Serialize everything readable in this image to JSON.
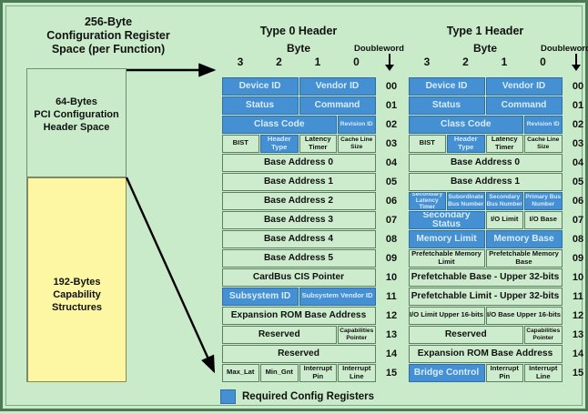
{
  "diagram": {
    "left": {
      "title": "256-Byte\nConfiguration Register\nSpace (per Function)",
      "title_lines": [
        "256-Byte",
        "Configuration Register",
        "Space (per Function)"
      ],
      "header_space_label": [
        "64-Bytes",
        "PCI Configuration",
        "Header Space"
      ],
      "capability_label": [
        "192-Bytes",
        "Capability",
        "Structures"
      ],
      "capability_color": "#fdf6a2"
    },
    "legend": {
      "swatch_color": "#4490d2",
      "label": "Required Config Registers"
    },
    "colors": {
      "background": "#c9ebc9",
      "cell_green": "#cdeccd",
      "required_blue": "#4490d2",
      "border": "#5f7f63"
    },
    "tables": [
      {
        "title": "Type 0 Header",
        "byte_label": "Byte",
        "doubleword_label": "Doubleword",
        "byte_numbers": [
          "3",
          "2",
          "1",
          "0"
        ],
        "rows": [
          {
            "dw": "00",
            "cells": [
              {
                "t": "Device ID",
                "w": 50,
                "b": true,
                "fs": "f10"
              },
              {
                "t": "Vendor ID",
                "w": 50,
                "b": true,
                "fs": "f10"
              }
            ]
          },
          {
            "dw": "01",
            "cells": [
              {
                "t": "Status",
                "w": 50,
                "b": true,
                "fs": "f10"
              },
              {
                "t": "Command",
                "w": 50,
                "b": true,
                "fs": "f10"
              }
            ]
          },
          {
            "dw": "02",
            "cells": [
              {
                "t": "Class Code",
                "w": 75,
                "b": true,
                "fs": "f10"
              },
              {
                "t": "Revision ID",
                "w": 25,
                "b": true,
                "fs": "f7"
              }
            ]
          },
          {
            "dw": "03",
            "cells": [
              {
                "t": "BIST",
                "w": 25,
                "b": false,
                "fs": "f8"
              },
              {
                "t": "Header Type",
                "w": 25,
                "b": true,
                "fs": "f8"
              },
              {
                "t": "Latency Timer",
                "w": 25,
                "b": false,
                "fs": "f8"
              },
              {
                "t": "Cache Line Size",
                "w": 25,
                "b": false,
                "fs": "f7"
              }
            ]
          },
          {
            "dw": "04",
            "cells": [
              {
                "t": "Base Address 0",
                "w": 100,
                "b": false,
                "fs": "f10"
              }
            ]
          },
          {
            "dw": "05",
            "cells": [
              {
                "t": "Base Address 1",
                "w": 100,
                "b": false,
                "fs": "f10"
              }
            ]
          },
          {
            "dw": "06",
            "cells": [
              {
                "t": "Base Address 2",
                "w": 100,
                "b": false,
                "fs": "f10"
              }
            ]
          },
          {
            "dw": "07",
            "cells": [
              {
                "t": "Base Address 3",
                "w": 100,
                "b": false,
                "fs": "f10"
              }
            ]
          },
          {
            "dw": "08",
            "cells": [
              {
                "t": "Base Address 4",
                "w": 100,
                "b": false,
                "fs": "f10"
              }
            ]
          },
          {
            "dw": "09",
            "cells": [
              {
                "t": "Base Address 5",
                "w": 100,
                "b": false,
                "fs": "f10"
              }
            ]
          },
          {
            "dw": "10",
            "cells": [
              {
                "t": "CardBus CIS Pointer",
                "w": 100,
                "b": false,
                "fs": "f10"
              }
            ]
          },
          {
            "dw": "11",
            "cells": [
              {
                "t": "Subsystem ID",
                "w": 50,
                "b": true,
                "fs": "f10"
              },
              {
                "t": "Subsystem Vendor ID",
                "w": 50,
                "b": true,
                "fs": "f8"
              }
            ]
          },
          {
            "dw": "12",
            "cells": [
              {
                "t": "Expansion ROM Base Address",
                "w": 100,
                "b": false,
                "fs": "f10"
              }
            ]
          },
          {
            "dw": "13",
            "cells": [
              {
                "t": "Reserved",
                "w": 75,
                "b": false,
                "fs": "f10"
              },
              {
                "t": "Capabilities Pointer",
                "w": 25,
                "b": false,
                "fs": "f7"
              }
            ]
          },
          {
            "dw": "14",
            "cells": [
              {
                "t": "Reserved",
                "w": 100,
                "b": false,
                "fs": "f10"
              }
            ]
          },
          {
            "dw": "15",
            "cells": [
              {
                "t": "Max_Lat",
                "w": 25,
                "b": false,
                "fs": "f8"
              },
              {
                "t": "Min_Gnt",
                "w": 25,
                "b": false,
                "fs": "f8"
              },
              {
                "t": "Interrupt Pin",
                "w": 25,
                "b": false,
                "fs": "f8"
              },
              {
                "t": "Interrupt Line",
                "w": 25,
                "b": false,
                "fs": "f8"
              }
            ]
          }
        ]
      },
      {
        "title": "Type 1 Header",
        "byte_label": "Byte",
        "doubleword_label": "Doubleword",
        "byte_numbers": [
          "3",
          "2",
          "1",
          "0"
        ],
        "rows": [
          {
            "dw": "00",
            "cells": [
              {
                "t": "Device ID",
                "w": 50,
                "b": true,
                "fs": "f10"
              },
              {
                "t": "Vendor ID",
                "w": 50,
                "b": true,
                "fs": "f10"
              }
            ]
          },
          {
            "dw": "01",
            "cells": [
              {
                "t": "Status",
                "w": 50,
                "b": true,
                "fs": "f10"
              },
              {
                "t": "Command",
                "w": 50,
                "b": true,
                "fs": "f10"
              }
            ]
          },
          {
            "dw": "02",
            "cells": [
              {
                "t": "Class Code",
                "w": 75,
                "b": true,
                "fs": "f10"
              },
              {
                "t": "Revision ID",
                "w": 25,
                "b": true,
                "fs": "f7"
              }
            ]
          },
          {
            "dw": "03",
            "cells": [
              {
                "t": "BIST",
                "w": 25,
                "b": false,
                "fs": "f8"
              },
              {
                "t": "Header Type",
                "w": 25,
                "b": true,
                "fs": "f8"
              },
              {
                "t": "Latency Timer",
                "w": 25,
                "b": false,
                "fs": "f8"
              },
              {
                "t": "Cache Line Size",
                "w": 25,
                "b": false,
                "fs": "f7"
              }
            ]
          },
          {
            "dw": "04",
            "cells": [
              {
                "t": "Base Address 0",
                "w": 100,
                "b": false,
                "fs": "f10"
              }
            ]
          },
          {
            "dw": "05",
            "cells": [
              {
                "t": "Base Address 1",
                "w": 100,
                "b": false,
                "fs": "f10"
              }
            ]
          },
          {
            "dw": "06",
            "cells": [
              {
                "t": "Secondary Latency Timer",
                "w": 25,
                "b": true,
                "fs": "f7"
              },
              {
                "t": "Subordinate Bus Number",
                "w": 25,
                "b": true,
                "fs": "f7"
              },
              {
                "t": "Secondary Bus Number",
                "w": 25,
                "b": true,
                "fs": "f7"
              },
              {
                "t": "Primary Bus Number",
                "w": 25,
                "b": true,
                "fs": "f7"
              }
            ]
          },
          {
            "dw": "07",
            "cells": [
              {
                "t": "Secondary Status",
                "w": 50,
                "b": true,
                "fs": "f10"
              },
              {
                "t": "I/O Limit",
                "w": 25,
                "b": false,
                "fs": "f8"
              },
              {
                "t": "I/O Base",
                "w": 25,
                "b": false,
                "fs": "f8"
              }
            ]
          },
          {
            "dw": "08",
            "cells": [
              {
                "t": "Memory Limit",
                "w": 50,
                "b": true,
                "fs": "f10"
              },
              {
                "t": "Memory Base",
                "w": 50,
                "b": true,
                "fs": "f10"
              }
            ]
          },
          {
            "dw": "09",
            "cells": [
              {
                "t": "Prefetchable Memory Limit",
                "w": 50,
                "b": false,
                "fs": "f8"
              },
              {
                "t": "Prefetchable Memory Base",
                "w": 50,
                "b": false,
                "fs": "f8"
              }
            ]
          },
          {
            "dw": "10",
            "cells": [
              {
                "t": "Prefetchable Base - Upper 32-bits",
                "w": 100,
                "b": false,
                "fs": "f10"
              }
            ]
          },
          {
            "dw": "11",
            "cells": [
              {
                "t": "Prefetchable Limit - Upper 32-bits",
                "w": 100,
                "b": false,
                "fs": "f10"
              }
            ]
          },
          {
            "dw": "12",
            "cells": [
              {
                "t": "I/O Limit Upper 16-bits",
                "w": 50,
                "b": false,
                "fs": "f8"
              },
              {
                "t": "I/O Base Upper 16-bits",
                "w": 50,
                "b": false,
                "fs": "f8"
              }
            ]
          },
          {
            "dw": "13",
            "cells": [
              {
                "t": "Reserved",
                "w": 75,
                "b": false,
                "fs": "f10"
              },
              {
                "t": "Capabilities Pointer",
                "w": 25,
                "b": false,
                "fs": "f7"
              }
            ]
          },
          {
            "dw": "14",
            "cells": [
              {
                "t": "Expansion ROM Base Address",
                "w": 100,
                "b": false,
                "fs": "f10"
              }
            ]
          },
          {
            "dw": "15",
            "cells": [
              {
                "t": "Bridge Control",
                "w": 50,
                "b": true,
                "fs": "f10"
              },
              {
                "t": "Interrupt Pin",
                "w": 25,
                "b": false,
                "fs": "f8"
              },
              {
                "t": "Interrupt Line",
                "w": 25,
                "b": false,
                "fs": "f8"
              }
            ]
          }
        ]
      }
    ]
  }
}
